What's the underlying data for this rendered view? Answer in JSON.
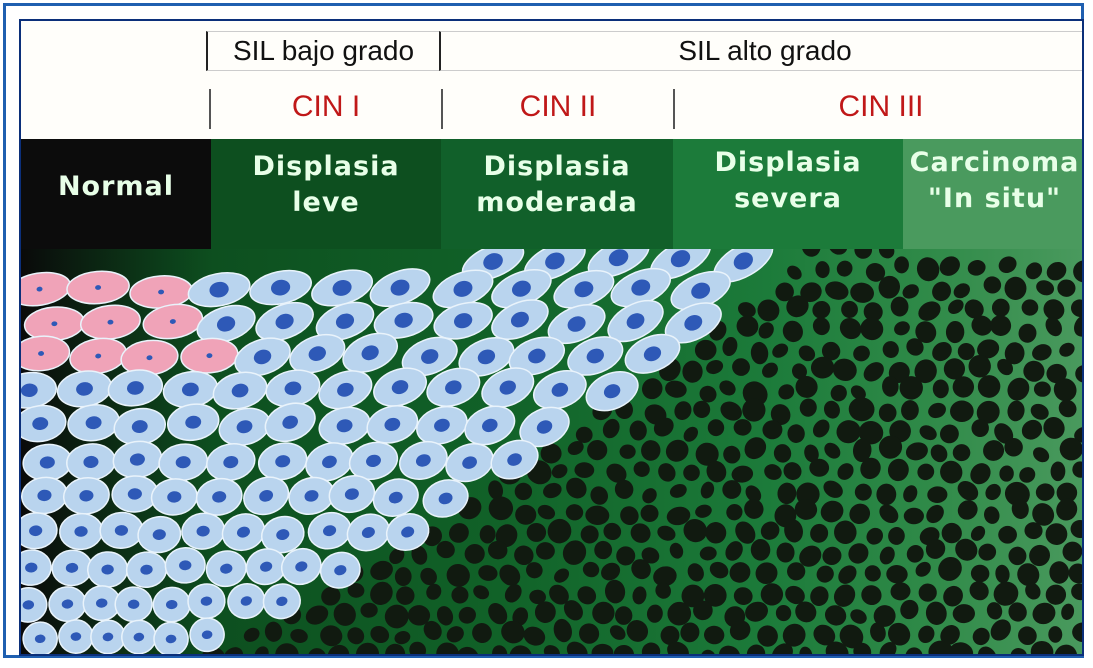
{
  "sil": {
    "low": "SIL  bajo grado",
    "high": "SIL alto grado"
  },
  "cin": {
    "one": "CIN I",
    "two": "CIN II",
    "three": "CIN III"
  },
  "stages": [
    {
      "label": "Normal",
      "color": "#0c0c0c"
    },
    {
      "label": "Displasia\nleve",
      "color": "#0d4f1f"
    },
    {
      "label": "Displasia\nmoderada",
      "color": "#11602a"
    },
    {
      "label": "Displasia\nsevera",
      "color": "#1c7b3a"
    },
    {
      "label": "Carcinoma\n\"In situ\"",
      "color": "#4a9a5e"
    }
  ],
  "colors": {
    "frame": "#1f5fb0",
    "cin_text": "#c01818",
    "cell_light": "#b9d4ee",
    "cell_pink": "#f0a3b8",
    "nucleus": "#2e59b7",
    "dark_nucleus": "#111a10"
  }
}
